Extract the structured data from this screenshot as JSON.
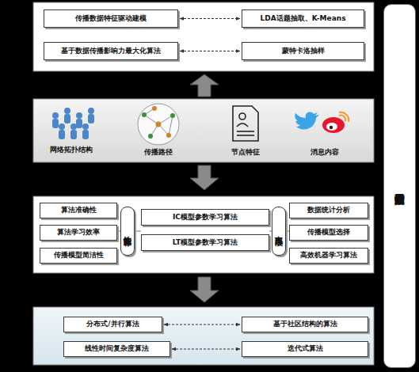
{
  "diagram": {
    "nodes": [
      {
        "text": [
          "传播数据特征驱动建模"
        ]
      },
      {
        "text": [
          "LDA话题抽取、K-Means"
        ]
      },
      {
        "text": [
          "基于数据传播影响力最大化算法"
        ]
      },
      {
        "text": [
          "蒙特卡洛抽样"
        ]
      },
      {
        "text": [
          "算法准确性"
        ]
      },
      {
        "text": [
          "算法学习效率"
        ]
      },
      {
        "text": [
          "传播模型简洁性"
        ]
      },
      {
        "text": [
          "性能指标"
        ]
      },
      {
        "text": [
          "IC模型参数学习算法"
        ]
      },
      {
        "text": [
          "LT模型参数学习算法"
        ]
      },
      {
        "text": [
          "实现手段"
        ]
      },
      {
        "text": [
          "数据统计分析"
        ]
      },
      {
        "text": [
          "传播模型选择"
        ]
      },
      {
        "text": [
          "高效机器学习算法"
        ]
      },
      {
        "text": [
          "分布式/并行算法"
        ]
      },
      {
        "text": [
          "基于社区结构的算法"
        ]
      },
      {
        "text": [
          "线性时间复杂度算法"
        ]
      },
      {
        "text": [
          "迭代式算法"
        ]
      },
      {
        "text": [
          "基于新浪微博海量传播数据的应用验证"
        ]
      }
    ],
    "edges": [
      {
        "from": 0,
        "to": 1,
        "arrow": "both"
      },
      {
        "from": 2,
        "to": 3,
        "arrow": "both"
      },
      {
        "from": 14,
        "to": 15,
        "arrow": "both"
      },
      {
        "from": 16,
        "to": 17,
        "arrow": "both"
      }
    ],
    "labels": [
      "网络拓扑结构",
      "传播路径",
      "节点特征",
      "消息内容"
    ]
  }
}
